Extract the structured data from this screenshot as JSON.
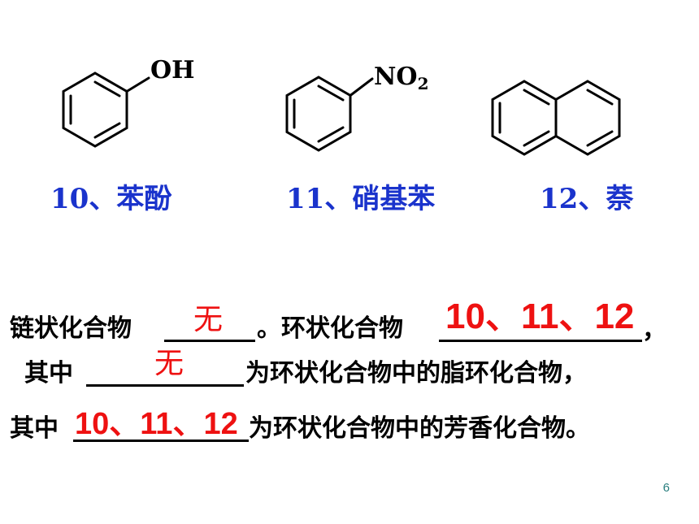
{
  "molecules": [
    {
      "group": "OH",
      "caption": "10、苯酚"
    },
    {
      "group_main": "NO",
      "group_sub": "2",
      "caption": "11、硝基苯"
    },
    {
      "caption": "12、萘"
    }
  ],
  "questions": {
    "q1_label": "链状化合物",
    "q1_answer": "无",
    "q1_mid": "。环状化合物",
    "q1_answer2": "10、11、12",
    "q1_end": "，",
    "q2_label": "其中",
    "q2_answer": "无",
    "q2_text": "为环状化合物中的脂环化合物，",
    "q3_label": "其中",
    "q3_answer": "10、11、12",
    "q3_text": "为环状化合物中的芳香化合物。"
  },
  "page_number": "6"
}
